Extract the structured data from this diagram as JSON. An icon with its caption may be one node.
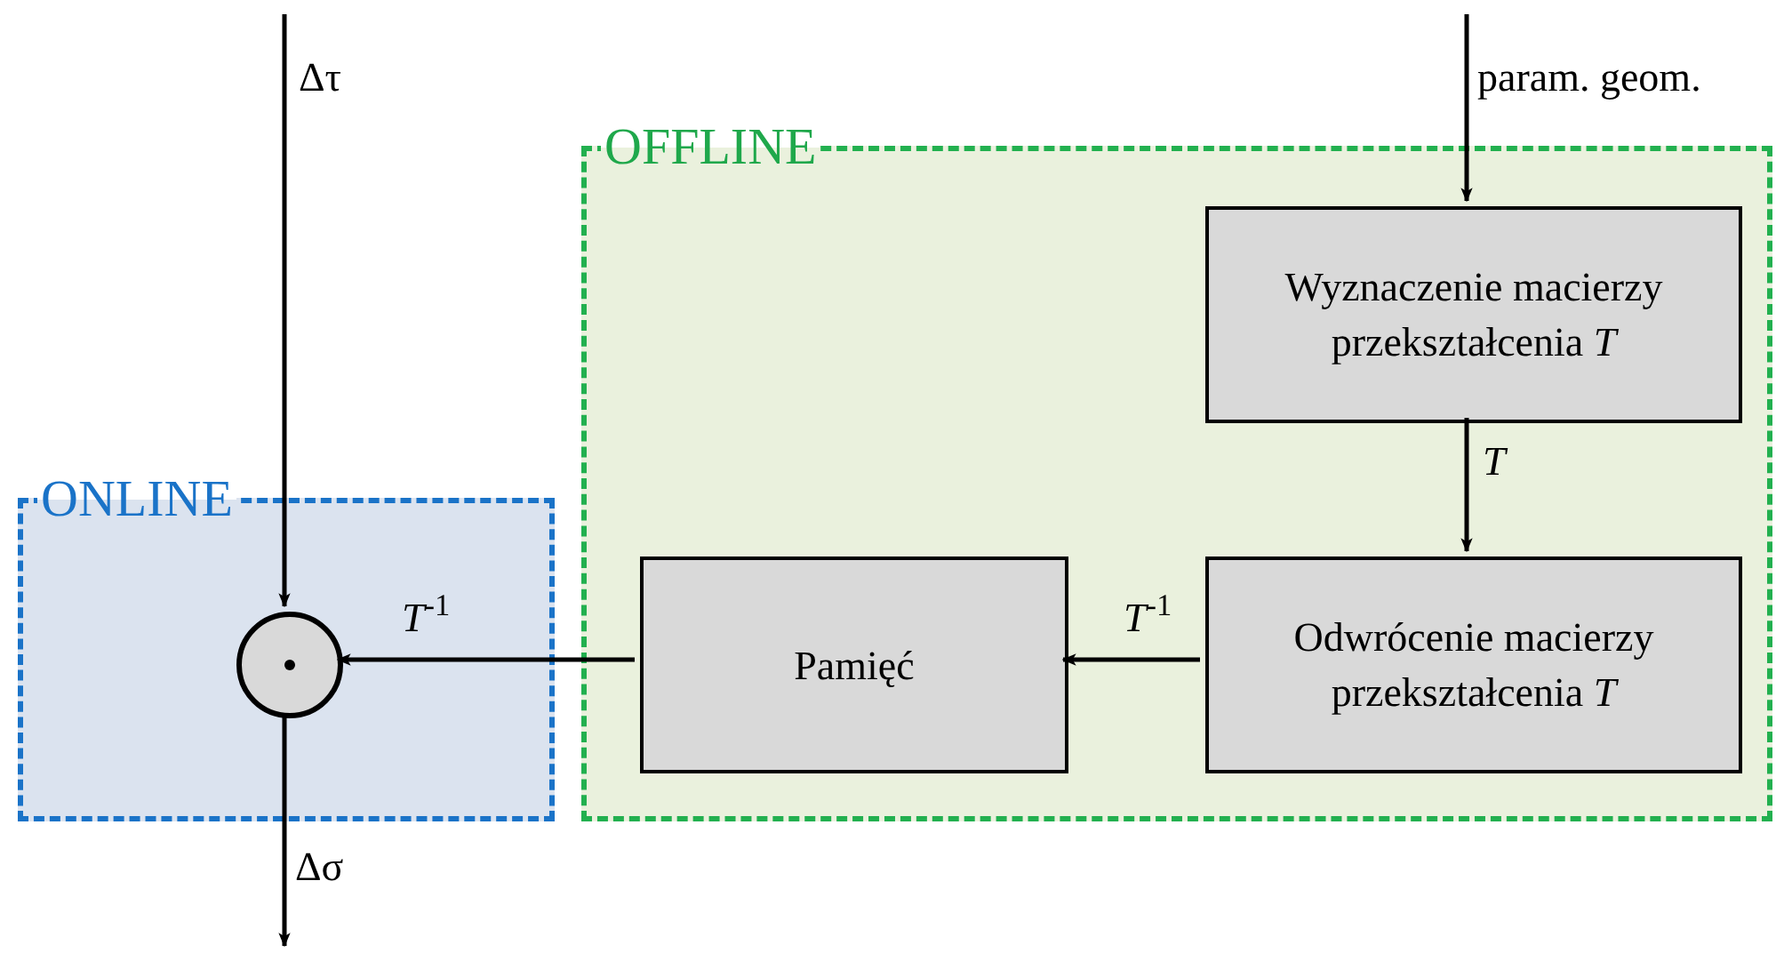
{
  "diagram": {
    "nodes": [
      {
        "text": [
          "OFFLINE"
        ]
      },
      {
        "text": [
          "ONLINE"
        ]
      },
      {
        "text": [
          "Wyznaczenie macierzy przekształcenia *T*"
        ],
        "in": 0
      },
      {
        "text": [
          "Odwrócenie macierzy przekształcenia *T*"
        ],
        "in": 0
      },
      {
        "text": [
          "Pamięć"
        ],
        "in": 0
      },
      {
        "text": [],
        "shape": "circle",
        "in": 1
      }
    ],
    "edges": [
      {
        "from": null,
        "to": 5,
        "arrow": "to",
        "label": "Δτ"
      },
      {
        "from": 5,
        "to": null,
        "arrow": "to",
        "label": "Δσ"
      },
      {
        "from": null,
        "to": 2,
        "arrow": "to",
        "label": "param. geom."
      },
      {
        "from": 2,
        "to": 3,
        "arrow": "to",
        "label": "*T*"
      },
      {
        "from": 3,
        "to": 4,
        "arrow": "to",
        "label": "*T*$^{-1}$"
      },
      {
        "from": 4,
        "to": 5,
        "arrow": "to",
        "label": "*T*$^{-1}$"
      }
    ]
  }
}
